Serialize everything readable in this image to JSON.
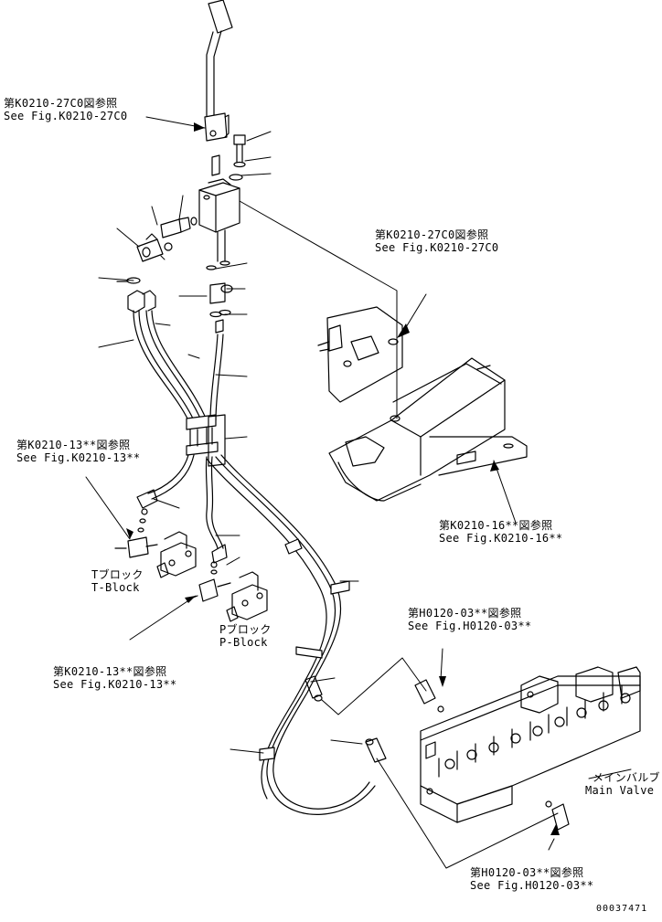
{
  "references": [
    {
      "jp": "第K0210-27C0図参照",
      "en": "See Fig.K0210-27C0"
    },
    {
      "jp": "第K0210-27C0図参照",
      "en": "See Fig.K0210-27C0"
    },
    {
      "jp": "第K0210-13**図参照",
      "en": "See Fig.K0210-13**"
    },
    {
      "jp": "第K0210-16**図参照",
      "en": "See Fig.K0210-16**"
    },
    {
      "jp": "第H0120-03**図参照",
      "en": "See Fig.H0120-03**"
    },
    {
      "jp": "第K0210-13**図参照",
      "en": "See Fig.K0210-13**"
    },
    {
      "jp": "第H0120-03**図参照",
      "en": "See Fig.H0120-03**"
    }
  ],
  "components": {
    "t_block": {
      "jp": "Tブロック",
      "en": "T-Block"
    },
    "p_block": {
      "jp": "Pブロック",
      "en": "P-Block"
    },
    "main_valve": {
      "jp": "メインバルブ",
      "en": "Main Valve"
    }
  },
  "drawing_number": "00037471"
}
